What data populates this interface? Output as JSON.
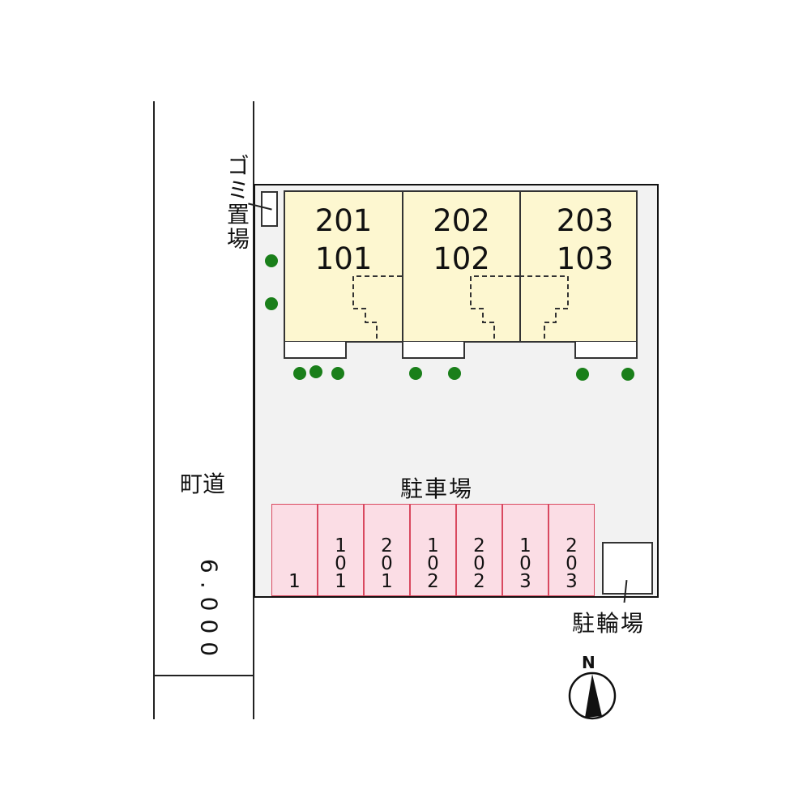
{
  "map": {
    "type": "site-plan",
    "road": {
      "label": "町道",
      "width": "6.000"
    },
    "garbage": {
      "label": "ゴミ置場"
    },
    "parking": {
      "label": "駐車場"
    },
    "bicycle": {
      "label": "駐輪場"
    },
    "compass": {
      "label": "N"
    },
    "units": [
      {
        "upper": "201",
        "lower": "101"
      },
      {
        "upper": "202",
        "lower": "102"
      },
      {
        "upper": "203",
        "lower": "103"
      }
    ],
    "spaces": [
      {
        "label": "1"
      },
      {
        "label": "1\n0\n1"
      },
      {
        "label": "2\n0\n1"
      },
      {
        "label": "1\n0\n2"
      },
      {
        "label": "2\n0\n2"
      },
      {
        "label": "1\n0\n3"
      },
      {
        "label": "2\n0\n3"
      }
    ],
    "colors": {
      "unit_fill": "#fdf7d0",
      "lot_fill": "#f2f2f2",
      "parking_fill": "#fbdde5",
      "parking_border": "#d9485f",
      "tree": "#1a7f1a"
    }
  }
}
